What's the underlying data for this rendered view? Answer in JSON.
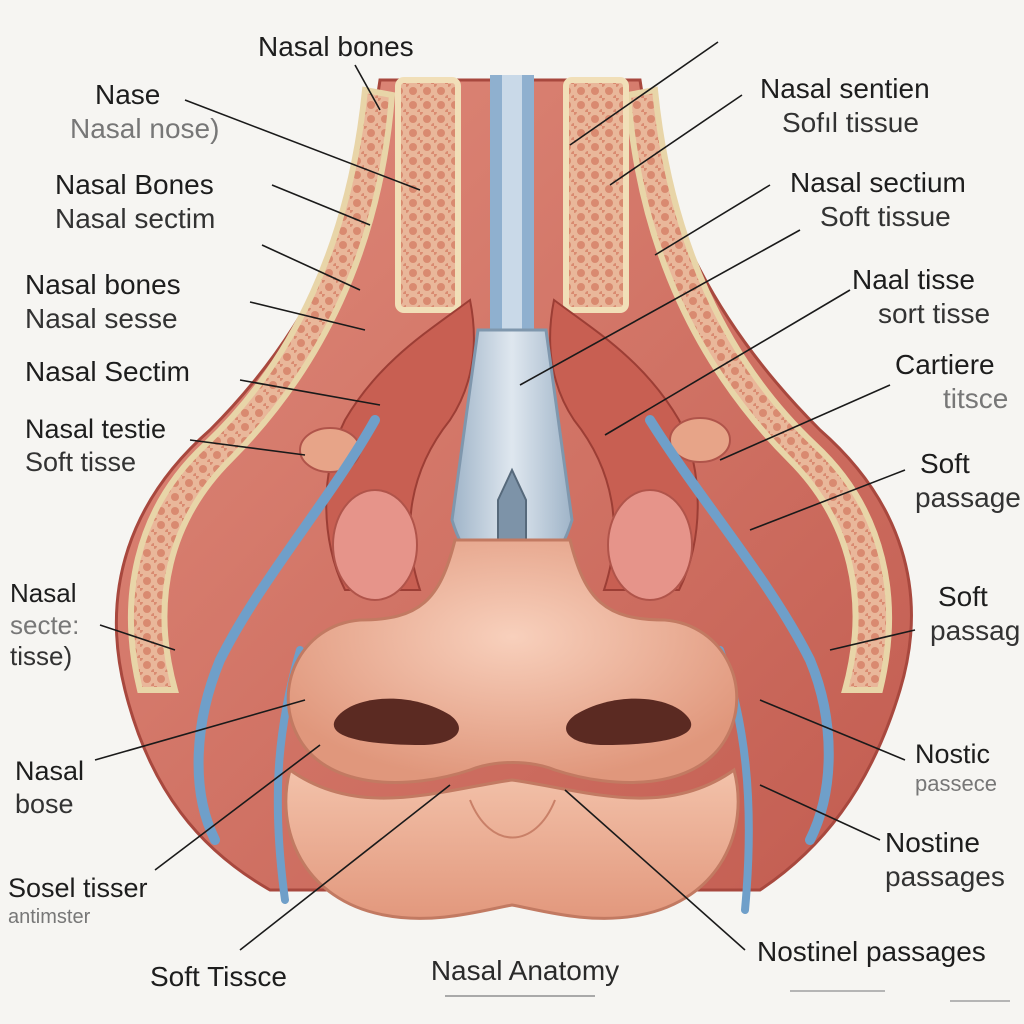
{
  "diagram": {
    "caption": "Nasal Anatomy",
    "labels": {
      "nasal_bones_top": "Nasal bones",
      "left": [
        {
          "line1": "Nase",
          "line2": "Nasal nose)"
        },
        {
          "line1": "Nasal Bones",
          "line2": "Nasal sectim"
        },
        {
          "line1": "Nasal bones",
          "line2": "Nasal sesse"
        },
        {
          "line1": "Nasal Sectim",
          "line2": ""
        },
        {
          "line1": "Nasal testie",
          "line2": "Soft tisse"
        },
        {
          "line1": "Nasal",
          "line2": "secte:",
          "line3": "tisse)"
        },
        {
          "line1": "Nasal",
          "line2": "bose"
        },
        {
          "line1": "Sosel tisser",
          "line2": "antimster"
        },
        {
          "line1": "Soft Tissce",
          "line2": ""
        }
      ],
      "right": [
        {
          "line1": "Nasal sentien",
          "line2": "Sofıl tissue"
        },
        {
          "line1": "Nasal sectium",
          "line2": "Soft tissue"
        },
        {
          "line1": "Naal tisse",
          "line2": "sort tisse"
        },
        {
          "line1": "Cartiere",
          "line2": "titsce"
        },
        {
          "line1": "Soft",
          "line2": "passage"
        },
        {
          "line1": "Soft",
          "line2": "passag"
        },
        {
          "line1": "Nostic",
          "line2": "passece"
        },
        {
          "line1": "Nostine",
          "line2": "passages"
        },
        {
          "line1": "Nostinel passages",
          "line2": ""
        }
      ]
    },
    "colors": {
      "background": "#f6f5f2",
      "skin": "#eeb39a",
      "skin_shadow": "#c98068",
      "muscle": "#d8786a",
      "muscle_dark": "#b24a40",
      "bone": "#f1dfb8",
      "cartilage": "#b9c9d8",
      "vessel": "#6f9fc9",
      "leader_line": "#1a1a1a"
    }
  }
}
